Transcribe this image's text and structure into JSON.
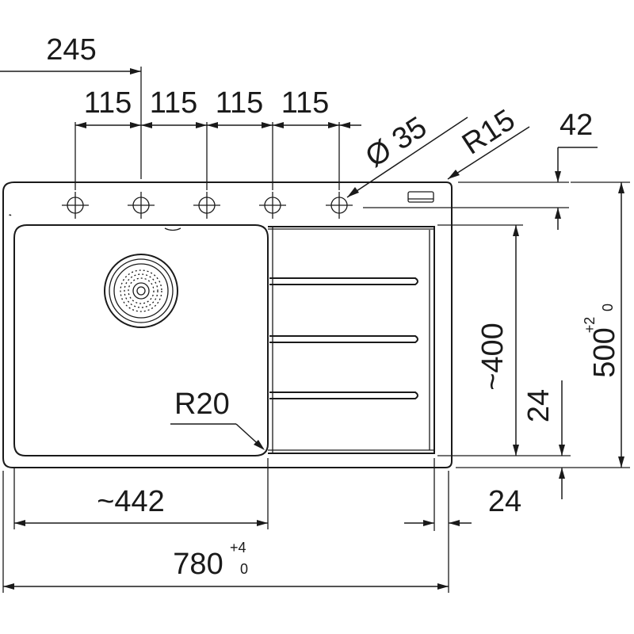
{
  "dimensions": {
    "top_offset": "245",
    "spacings": [
      "115",
      "115",
      "115",
      "115"
    ],
    "hole_diameter": "Ø 35",
    "corner_radius_outer": "R15",
    "hole_edge_offset": "42",
    "bowl_length": "~400",
    "bowl_rim_bottom": "24",
    "total_depth": "500",
    "total_depth_tolerance_upper": "+2",
    "total_depth_tolerance_lower": "0",
    "bowl_corner_radius": "R20",
    "bowl_width": "~442",
    "drainer_edge": "24",
    "total_width": "780",
    "total_width_tolerance_upper": "+4",
    "total_width_tolerance_lower": "0"
  }
}
